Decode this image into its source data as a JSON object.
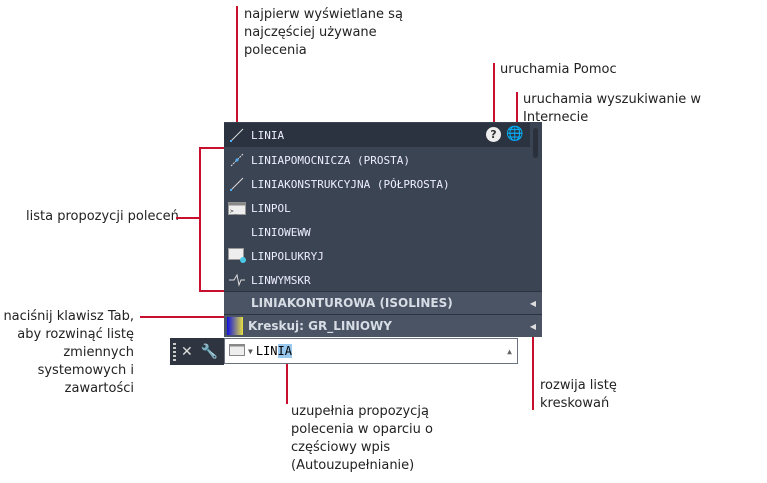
{
  "annotations": {
    "top": "najpierw wyświetlane są najczęściej używane polecenia",
    "help": "uruchamia Pomoc",
    "internet": "uruchamia wyszukiwanie w Internecie",
    "list": "lista propozycji poleceń",
    "tab": "naciśnij klawisz Tab, aby rozwinąć listę zmiennych systemowych i zawartości",
    "autocomplete": "uzupełnia propozycją polecenia w oparciu o częściowy wpis (Autouzupełnianie)",
    "hatch": "rozwija listę kreskowań"
  },
  "suggestions": [
    {
      "label": "LINIA",
      "icon": "line-icon"
    },
    {
      "label": "LINIAPOMOCNICZA (PROSTA)",
      "icon": "xline-icon"
    },
    {
      "label": "LINIAKONSTRUKCYJNA (PÓŁPROSTA)",
      "icon": "ray-icon"
    },
    {
      "label": "LINPOL",
      "icon": "command-icon"
    },
    {
      "label": "LINIOWEWW",
      "icon": ""
    },
    {
      "label": "LINPOLUKRYJ",
      "icon": "command-hidden-icon"
    },
    {
      "label": "LINWYMSKR",
      "icon": "jog-dimension-icon"
    }
  ],
  "sections": [
    {
      "label": "LINIAKONTUROWA (ISOLINES)"
    },
    {
      "label": "Kreskuj: GR_LINIOWY"
    }
  ],
  "input": {
    "typed": "LIN",
    "autocomplete": "IA"
  },
  "colors": {
    "annotation": "#c8102e",
    "panel": "#3b4453",
    "selected": "#2b3340"
  }
}
